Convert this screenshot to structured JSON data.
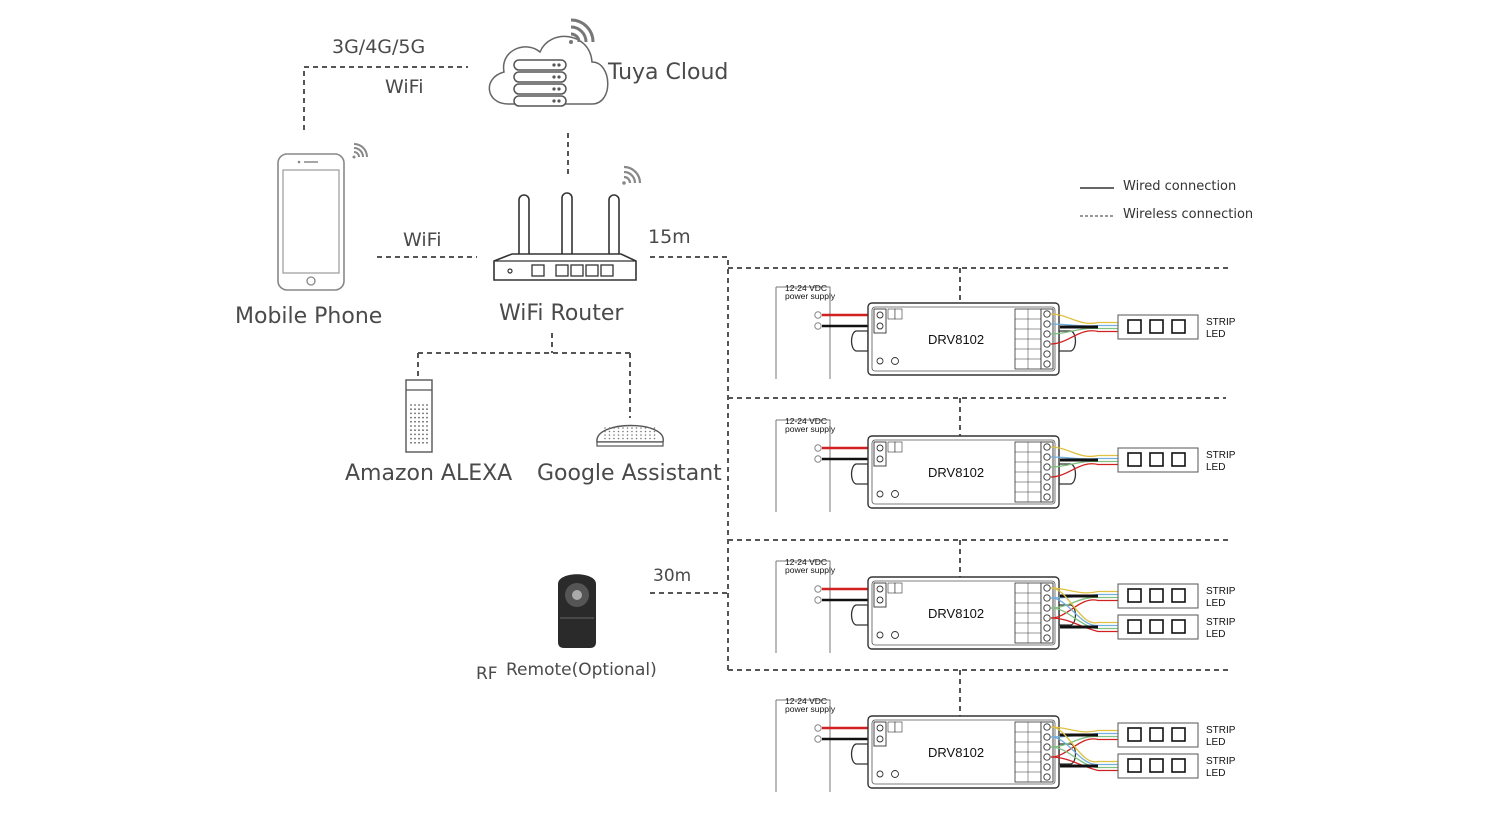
{
  "nodes": {
    "cloud": {
      "label": "Tuya Cloud"
    },
    "phone": {
      "label": "Mobile Phone"
    },
    "router": {
      "label": "WiFi  Router"
    },
    "alexa": {
      "label": "Amazon ALEXA"
    },
    "google": {
      "label": "Google Assistant"
    },
    "remote": {
      "prefix": "RF",
      "label": "Remote(Optional)"
    }
  },
  "links": {
    "phone_cloud_line1": "3G/4G/5G",
    "phone_cloud_line2": "WiFi",
    "phone_router": "WiFi",
    "router_range": "15m",
    "remote_range": "30m"
  },
  "legend": {
    "wired": "Wired  connection",
    "wireless": "Wireless  connection"
  },
  "controllers": [
    {
      "model": "DRV8102",
      "power_label_1": "12-24 VDC",
      "power_label_2": "power supply",
      "strips": [
        {
          "line1": "STRIP",
          "line2": "LED"
        }
      ]
    },
    {
      "model": "DRV8102",
      "power_label_1": "12-24 VDC",
      "power_label_2": "power supply",
      "strips": [
        {
          "line1": "STRIP",
          "line2": "LED"
        }
      ]
    },
    {
      "model": "DRV8102",
      "power_label_1": "12-24 VDC",
      "power_label_2": "power supply",
      "strips": [
        {
          "line1": "STRIP",
          "line2": "LED"
        },
        {
          "line1": "STRIP",
          "line2": "LED"
        }
      ]
    },
    {
      "model": "DRV8102",
      "power_label_1": "12-24 VDC",
      "power_label_2": "power supply",
      "strips": [
        {
          "line1": "STRIP",
          "line2": "LED"
        },
        {
          "line1": "STRIP",
          "line2": "LED"
        }
      ]
    }
  ],
  "colors": {
    "line": "#555555",
    "wire_red": "#d22020",
    "wire_black": "#111111",
    "wire_yellow": "#e0c040",
    "wire_blue": "#70b0e0",
    "wire_green": "#80c080"
  }
}
